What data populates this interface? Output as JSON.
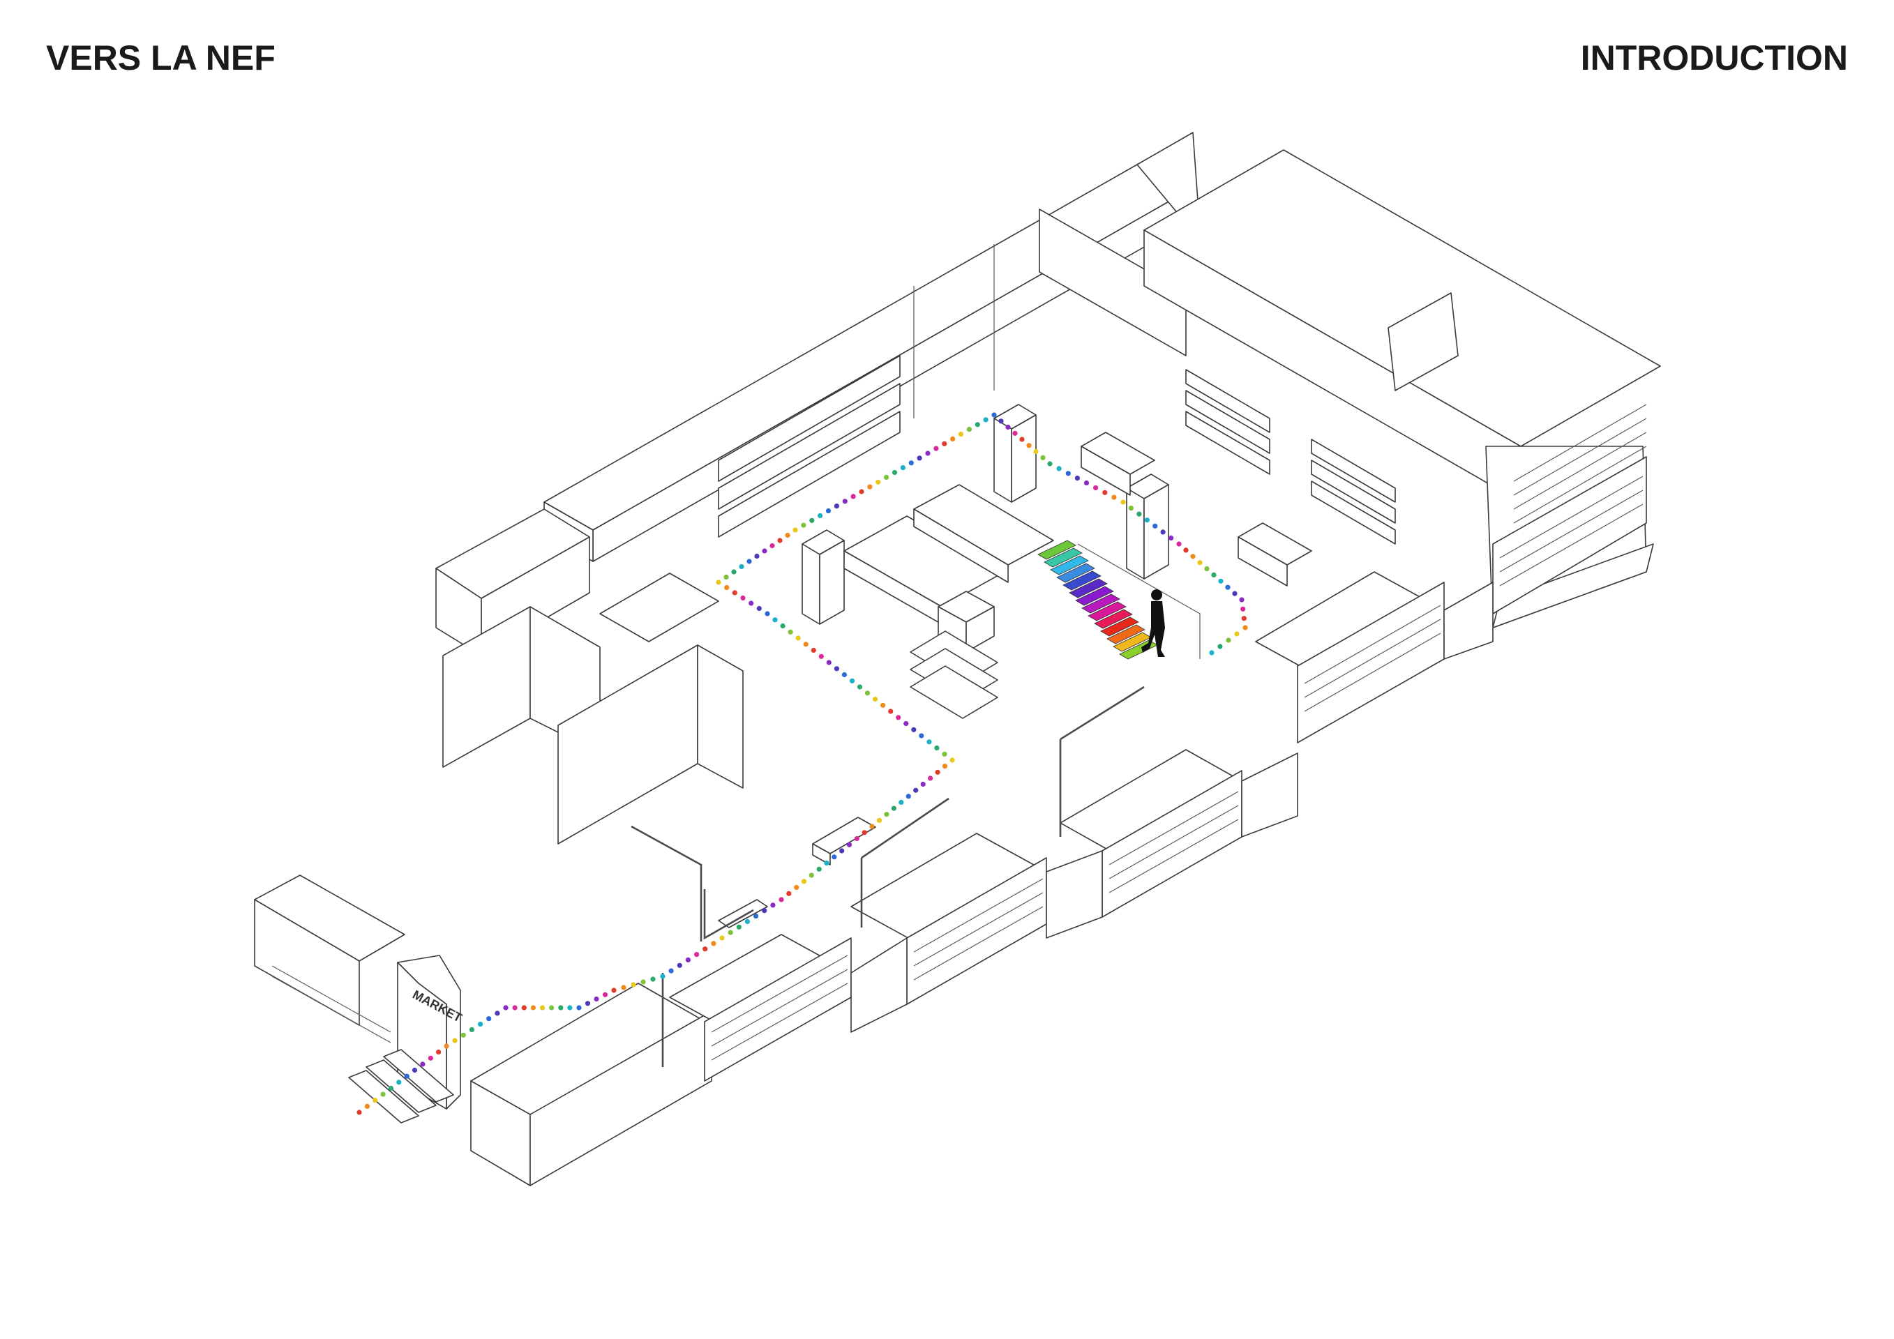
{
  "page": {
    "title_left": "VERS LA NEF",
    "title_right": "INTRODUCTION"
  },
  "diagram": {
    "entrance_sign": "MARKET",
    "line_color": "#3a3a3a",
    "background": "#ffffff",
    "path_palette": [
      "#e03a2a",
      "#f08a1a",
      "#e8c81a",
      "#7cc23a",
      "#2aa86a",
      "#1ab0c8",
      "#2a6ad8",
      "#4a3ab8",
      "#8a2ac8",
      "#d82a9a"
    ],
    "stair_palette": [
      "#6cc83a",
      "#38c8a8",
      "#30b8e8",
      "#3a8ae0",
      "#3a4ad0",
      "#5a2ac8",
      "#8a1ad0",
      "#b81ac0",
      "#d81a9a",
      "#e81a5a",
      "#e8281a",
      "#f06a1a",
      "#f0b81a",
      "#8ad02a"
    ],
    "figure": "person-silhouette"
  }
}
